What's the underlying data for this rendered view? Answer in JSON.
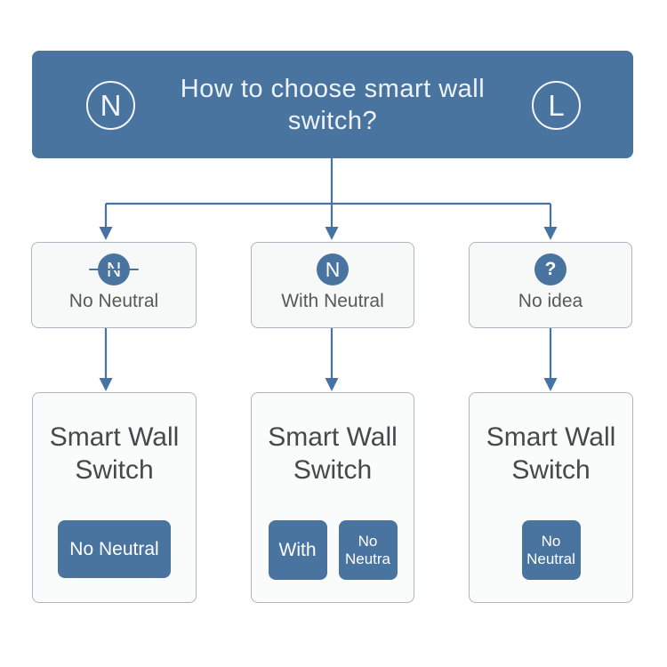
{
  "colors": {
    "accent_blue": "#4a74a0",
    "connector_blue": "#4673a4",
    "box_border": "#adb6bf",
    "box_fill": "#f7f8f8",
    "label_gray": "#57585a",
    "title_gray": "#474849",
    "header_text": "#eef3f8"
  },
  "header": {
    "icon_left": "N",
    "icon_right": "L",
    "title_line1": "How to choose smart wall",
    "title_line2": "switch?"
  },
  "options": [
    {
      "icon": "N",
      "strike": true,
      "label": "No Neutral"
    },
    {
      "icon": "N",
      "strike": false,
      "label": "With Neutral"
    },
    {
      "icon": "?",
      "strike": false,
      "label": "No idea"
    }
  ],
  "results": [
    {
      "title_line1": "Smart Wall",
      "title_line2": "Switch",
      "badges": [
        {
          "lines": [
            "No Neutral"
          ]
        }
      ]
    },
    {
      "title_line1": "Smart Wall",
      "title_line2": "Switch",
      "badges": [
        {
          "lines": [
            "With"
          ]
        },
        {
          "lines": [
            "No",
            "Neutra"
          ]
        }
      ]
    },
    {
      "title_line1": "Smart Wall",
      "title_line2": "Switch",
      "badges": [
        {
          "lines": [
            "No",
            "Neutral"
          ]
        }
      ]
    }
  ]
}
